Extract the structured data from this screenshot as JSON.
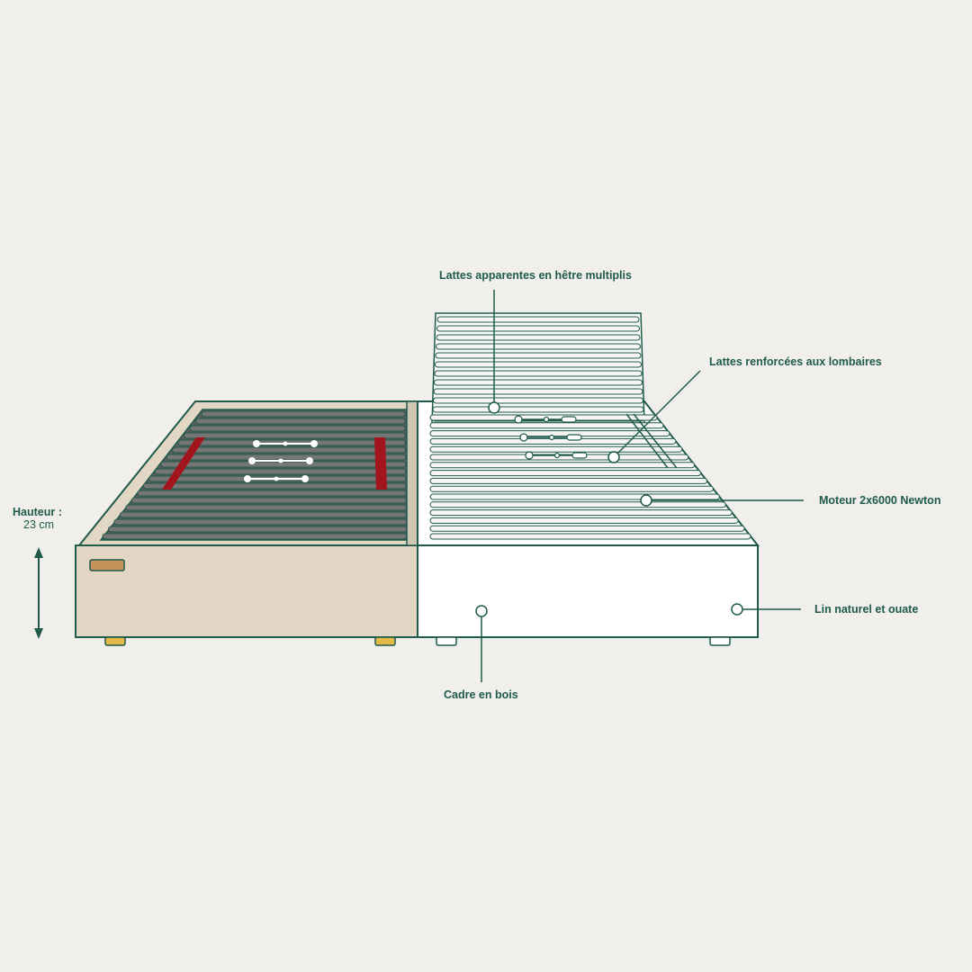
{
  "colors": {
    "background": "#f1efeb",
    "outline": "#1f5a4a",
    "linen": "#e2d7c4",
    "slat_dark": "#6b6b6b",
    "slat_light": "#f6f5f1",
    "strap_red": "#a3151c",
    "foot_yellow": "#e5b84c",
    "white": "#ffffff"
  },
  "height": {
    "label": "Hauteur :",
    "value": "23 cm"
  },
  "callouts": {
    "slats_visible": "Lattes apparentes en hêtre multiplis",
    "slats_reinforced": "Lattes renforcées aux lombaires",
    "motor": "Moteur 2x6000 Newton",
    "linen": "Lin naturel et ouate",
    "frame": "Cadre en bois"
  }
}
